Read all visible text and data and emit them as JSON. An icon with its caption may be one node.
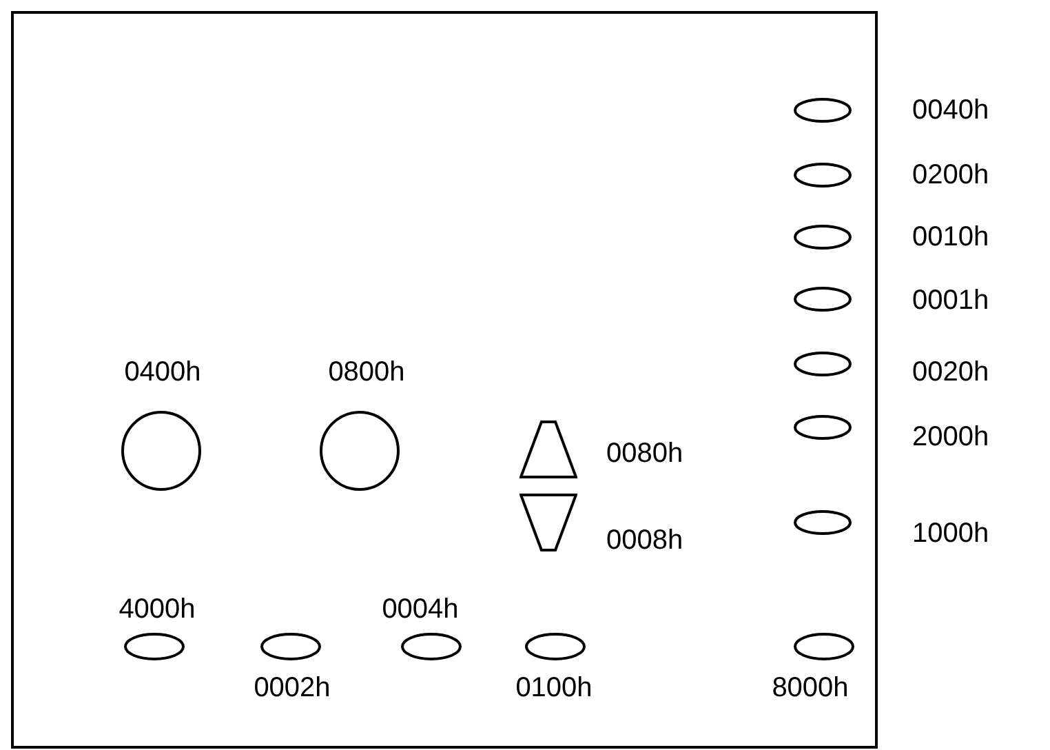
{
  "diagram": {
    "nodes": [
      {
        "text": [],
        "shape": "box"
      },
      {
        "text": [],
        "shape": "ellipse",
        "in": 0,
        "beside": [
          "0040h"
        ]
      },
      {
        "text": [],
        "shape": "ellipse",
        "in": 0,
        "beside": [
          "0200h"
        ]
      },
      {
        "text": [],
        "shape": "ellipse",
        "in": 0,
        "beside": [
          "0010h"
        ]
      },
      {
        "text": [],
        "shape": "ellipse",
        "in": 0,
        "beside": [
          "0001h"
        ]
      },
      {
        "text": [],
        "shape": "circle",
        "in": 0,
        "beside": [
          "0400h"
        ]
      },
      {
        "text": [],
        "shape": "circle",
        "in": 0,
        "beside": [
          "0800h"
        ]
      },
      {
        "text": [],
        "shape": "ellipse",
        "in": 0,
        "beside": [
          "0020h"
        ]
      },
      {
        "text": [],
        "shape": "ellipse",
        "in": 0,
        "beside": [
          "2000h"
        ]
      },
      {
        "text": [],
        "shape": "trapezoid",
        "in": 0,
        "beside": [
          "0080h"
        ]
      },
      {
        "text": [],
        "shape": "trapezoid",
        "in": 0,
        "beside": [
          "0008h"
        ]
      },
      {
        "text": [],
        "shape": "ellipse",
        "in": 0,
        "beside": [
          "1000h"
        ]
      },
      {
        "text": [],
        "shape": "ellipse",
        "in": 0,
        "beside": [
          "4000h"
        ]
      },
      {
        "text": [],
        "shape": "ellipse",
        "in": 0,
        "beside": [
          "0002h"
        ]
      },
      {
        "text": [],
        "shape": "ellipse",
        "in": 0,
        "beside": [
          "0004h"
        ]
      },
      {
        "text": [],
        "shape": "ellipse",
        "in": 0,
        "beside": [
          "0100h"
        ]
      },
      {
        "text": [],
        "shape": "ellipse",
        "in": 0,
        "beside": [
          "8000h"
        ]
      }
    ],
    "edges": []
  }
}
